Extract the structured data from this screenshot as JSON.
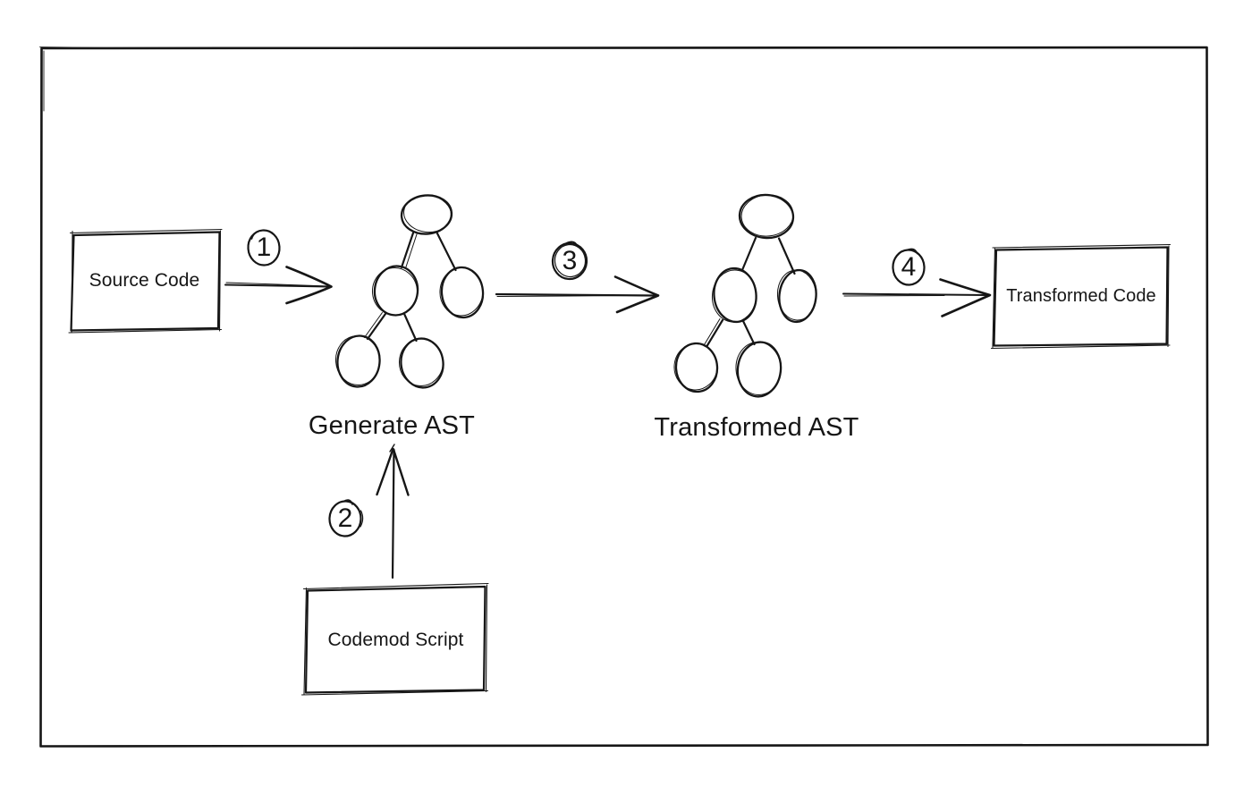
{
  "app": {
    "type": "hand-drawn-flow-diagram",
    "background": "#ffffff",
    "ink": "#161616"
  },
  "nodes": {
    "source_code": {
      "label": "Source Code",
      "shape": "rectangle"
    },
    "generate_ast": {
      "label": "Generate AST",
      "shape": "tree-drawing"
    },
    "transformed_ast": {
      "label": "Transformed AST",
      "shape": "tree-drawing"
    },
    "transformed_code": {
      "label": "Transformed Code",
      "shape": "rectangle"
    },
    "codemod_script": {
      "label": "Codemod Script",
      "shape": "rectangle"
    }
  },
  "steps": [
    {
      "number": "1",
      "from": "source_code",
      "to": "generate_ast"
    },
    {
      "number": "2",
      "from": "codemod_script",
      "to": "generate_ast"
    },
    {
      "number": "3",
      "from": "generate_ast",
      "to": "transformed_ast"
    },
    {
      "number": "4",
      "from": "transformed_ast",
      "to": "transformed_code"
    }
  ]
}
